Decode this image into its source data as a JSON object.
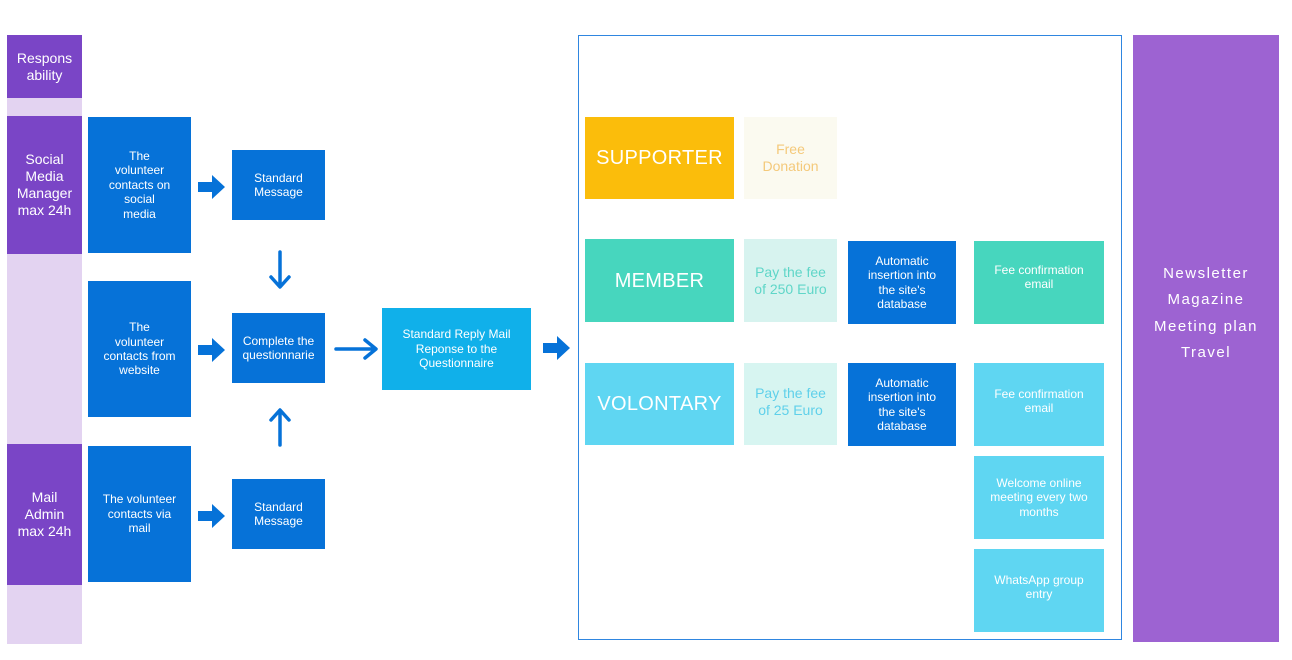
{
  "lanes": {
    "responsability": "Respons\nability",
    "social": "Social\nMedia\nManager\nmax 24h",
    "mail": "Mail\nAdmin\nmax 24h"
  },
  "steps": {
    "social_contact": "The\nvolunteer\ncontacts on\nsocial\nmedia",
    "website_contact": "The\nvolunteer\ncontacts from\nwebsite",
    "mail_contact": "The volunteer\ncontacts via\nmail",
    "standard_message_top": "Standard\nMessage",
    "standard_message_bottom": "Standard\nMessage",
    "questionnaire": "Complete the\nquestionnarie",
    "reply_mail": "Standard Reply Mail\nReponse to the\nQuestionnaire"
  },
  "outcomes": {
    "supporter": {
      "label": "SUPPORTER",
      "detail": "Free\nDonation"
    },
    "member": {
      "label": "MEMBER",
      "fee": "Pay the fee\nof 250 Euro",
      "insertion": "Automatic\ninsertion into\nthe site's\ndatabase",
      "confirmation": "Fee confirmation\nemail"
    },
    "volontary": {
      "label": "VOLONTARY",
      "fee": "Pay the fee\nof 25 Euro",
      "insertion": "Automatic\ninsertion into\nthe site's\ndatabase",
      "confirmation": "Fee confirmation\nemail",
      "welcome": "Welcome online\nmeeting every two\nmonths",
      "whatsapp": "WhatsApp group\nentry"
    }
  },
  "final": "Newsletter\nMagazine\nMeeting plan\nTravel",
  "colors": {
    "role": "#7a45c6",
    "lane": "#e3d3f1",
    "blue": "#0672d8",
    "light_blue": "#10b0ea",
    "supporter": "#fbbd0b",
    "supporter_detail_bg": "#fbfaf0",
    "supporter_detail_text": "#f4c97a",
    "member": "#47d6be",
    "member_fee_bg": "#d7f3ef",
    "member_fee_text": "#5fd6c8",
    "volontary": "#5fd6f2",
    "volontary_fee_bg": "#d7f5f1",
    "volontary_fee_text": "#5fd0ea",
    "final": "#9d63d2",
    "arrow": "#0672d8"
  }
}
